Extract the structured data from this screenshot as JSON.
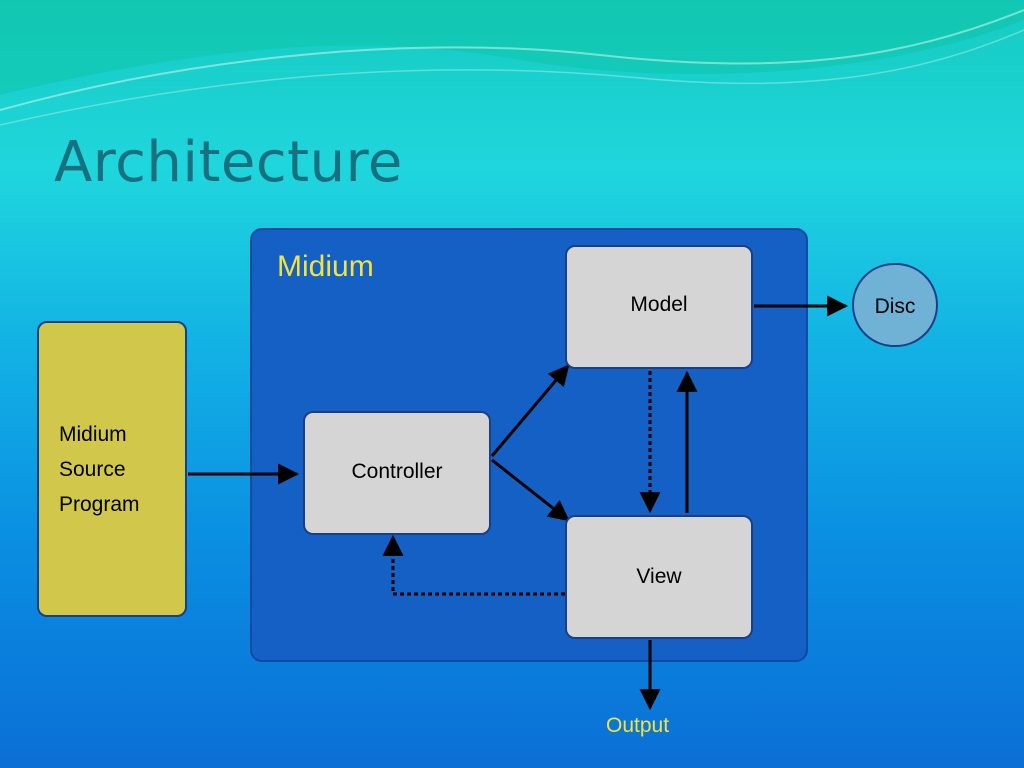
{
  "slide": {
    "title": "Architecture"
  },
  "diagram": {
    "container": {
      "label": "Midium"
    },
    "nodes": {
      "source_program": {
        "lines": [
          "Midium",
          "Source",
          "Program"
        ]
      },
      "controller": {
        "label": "Controller"
      },
      "model": {
        "label": "Model"
      },
      "view": {
        "label": "View"
      },
      "disc": {
        "label": "Disc"
      },
      "output": {
        "label": "Output"
      }
    },
    "edges": [
      {
        "from": "source_program",
        "to": "controller",
        "style": "solid"
      },
      {
        "from": "controller",
        "to": "model",
        "style": "solid"
      },
      {
        "from": "controller",
        "to": "view",
        "style": "solid"
      },
      {
        "from": "model",
        "to": "disc",
        "style": "solid"
      },
      {
        "from": "model",
        "to": "view",
        "style": "dotted"
      },
      {
        "from": "view",
        "to": "model",
        "style": "solid"
      },
      {
        "from": "view",
        "to": "controller",
        "style": "dotted"
      },
      {
        "from": "view",
        "to": "output",
        "style": "solid"
      }
    ]
  },
  "colors": {
    "title": "#17707f",
    "container": "#1460c4",
    "accent_text": "#f4e33c",
    "source_box": "#d1c84b",
    "component_box": "#d5d5d5",
    "disc": "#6fb2d6"
  }
}
